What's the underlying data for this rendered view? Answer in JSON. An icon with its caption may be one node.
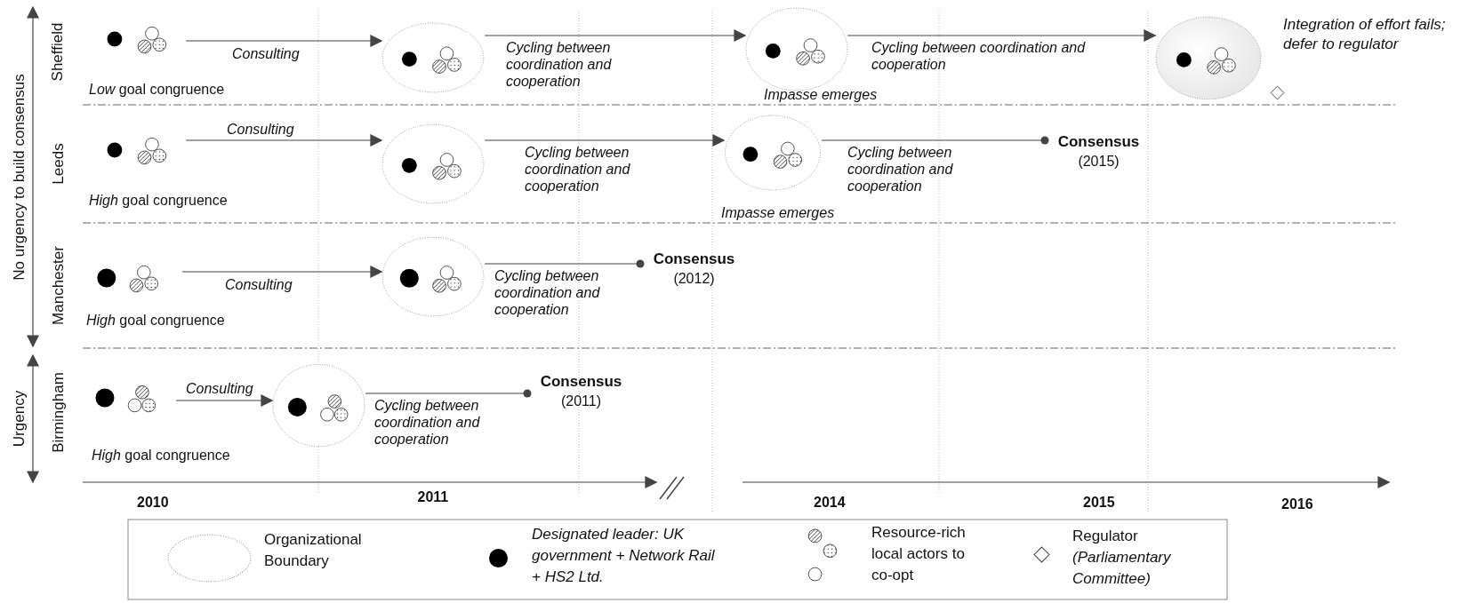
{
  "diagram": {
    "nodes": [
      {
        "text": [],
        "shape": "circle",
        "beside": [
          "*Low* goal congruence"
        ]
      },
      {
        "text": [],
        "shape": "ellipse"
      },
      {
        "text": [],
        "shape": "ellipse",
        "beside": [
          "Impasse emerges"
        ]
      },
      {
        "text": [],
        "shape": "ellipse",
        "beside": [
          "Integration of effort fails; defer to regulator"
        ]
      },
      {
        "text": [],
        "shape": "diamond"
      },
      {
        "text": [],
        "shape": "circle",
        "beside": [
          "*High* goal congruence"
        ]
      },
      {
        "text": [],
        "shape": "ellipse"
      },
      {
        "text": [],
        "shape": "ellipse",
        "beside": [
          "Impasse emerges"
        ]
      },
      {
        "text": [
          "Consensus",
          "(2015)"
        ]
      },
      {
        "text": [],
        "shape": "circle",
        "beside": [
          "*High* goal congruence"
        ]
      },
      {
        "text": [],
        "shape": "ellipse"
      },
      {
        "text": [
          "Consensus",
          "(2012)"
        ]
      },
      {
        "text": [],
        "shape": "circle",
        "beside": [
          "*High* goal congruence"
        ]
      },
      {
        "text": [],
        "shape": "ellipse"
      },
      {
        "text": [
          "Consensus",
          "(2011)"
        ]
      }
    ],
    "edges": [
      {
        "from": 0,
        "to": 1,
        "arrow": "to",
        "label": "Consulting"
      },
      {
        "from": 1,
        "to": 2,
        "arrow": "to",
        "label": "Cycling between coordination and cooperation"
      },
      {
        "from": 2,
        "to": 3,
        "arrow": "to",
        "label": "Cycling between coordination and cooperation"
      },
      {
        "from": 5,
        "to": 6,
        "arrow": "to",
        "label": "Consulting"
      },
      {
        "from": 6,
        "to": 7,
        "arrow": "to",
        "label": "Cycling between coordination and cooperation"
      },
      {
        "from": 7,
        "to": 8,
        "arrow": "other",
        "label": "Cycling between coordination and cooperation"
      },
      {
        "from": 9,
        "to": 10,
        "arrow": "to",
        "label": "Consulting"
      },
      {
        "from": 10,
        "to": 11,
        "arrow": "other",
        "label": "Cycling between coordination and cooperation"
      },
      {
        "from": 12,
        "to": 13,
        "arrow": "to",
        "label": "Consulting"
      },
      {
        "from": 13,
        "to": 14,
        "arrow": "other",
        "label": "Cycling between coordination and cooperation"
      }
    ],
    "labels": [
      "No urgency to build consensus",
      "Urgency",
      "Sheffield",
      "Leeds",
      "Manchester",
      "Birmingham",
      "2010",
      "2011",
      "2014",
      "2015",
      "2016"
    ],
    "legend": [
      {
        "text": "Organizational Boundary"
      },
      {
        "text": "Designated leader: UK government + Network Rail + HS2 Ltd."
      },
      {
        "text": "Resource-rich local actors to co-opt"
      },
      {
        "text": "Regulator *(Parliamentary Committee)*"
      }
    ]
  }
}
